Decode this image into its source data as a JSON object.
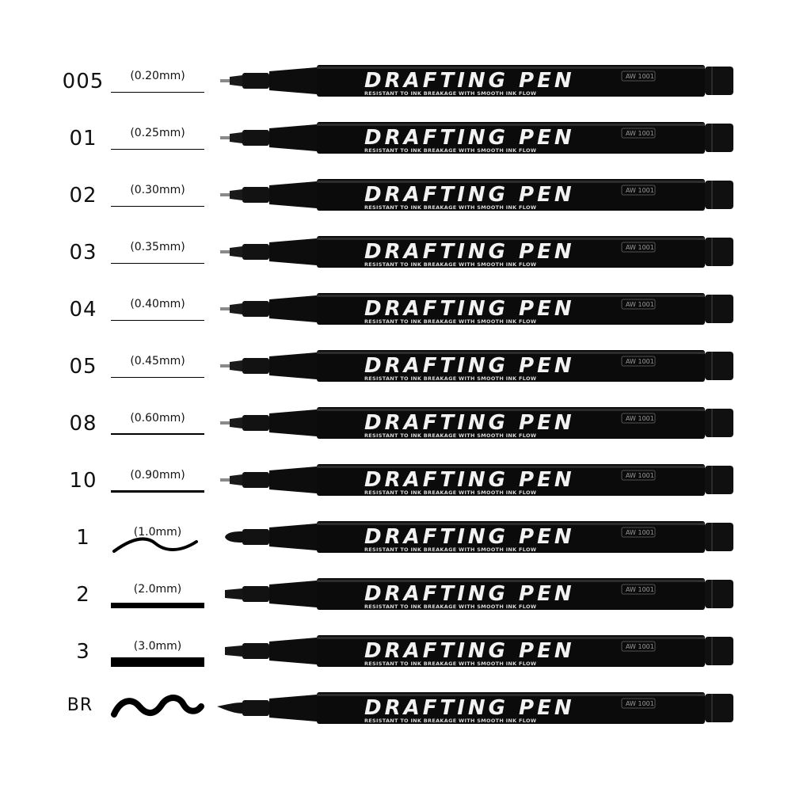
{
  "pens": [
    {
      "code": "005",
      "width_mm": "(0.20mm)",
      "title": "DRAFTING PEN",
      "subtitle": "RESISTANT TO INK BREAKAGE WITH SMOOTH INK FLOW",
      "model": "AW 1001",
      "tip": "needle",
      "stroke": "line",
      "stroke_weight": 1
    },
    {
      "code": "01",
      "width_mm": "(0.25mm)",
      "title": "DRAFTING PEN",
      "subtitle": "RESISTANT TO INK BREAKAGE WITH SMOOTH INK FLOW",
      "model": "AW 1001",
      "tip": "needle",
      "stroke": "line",
      "stroke_weight": 1
    },
    {
      "code": "02",
      "width_mm": "(0.30mm)",
      "title": "DRAFTING PEN",
      "subtitle": "RESISTANT TO INK BREAKAGE WITH SMOOTH INK FLOW",
      "model": "AW 1001",
      "tip": "needle",
      "stroke": "line",
      "stroke_weight": 1
    },
    {
      "code": "03",
      "width_mm": "(0.35mm)",
      "title": "DRAFTING PEN",
      "subtitle": "RESISTANT TO INK BREAKAGE WITH SMOOTH INK FLOW",
      "model": "AW 1001",
      "tip": "needle",
      "stroke": "line",
      "stroke_weight": 1
    },
    {
      "code": "04",
      "width_mm": "(0.40mm)",
      "title": "DRAFTING PEN",
      "subtitle": "RESISTANT TO INK BREAKAGE WITH SMOOTH INK FLOW",
      "model": "AW 1001",
      "tip": "needle",
      "stroke": "line",
      "stroke_weight": 1
    },
    {
      "code": "05",
      "width_mm": "(0.45mm)",
      "title": "DRAFTING PEN",
      "subtitle": "RESISTANT TO INK BREAKAGE WITH SMOOTH INK FLOW",
      "model": "AW 1001",
      "tip": "needle",
      "stroke": "line",
      "stroke_weight": 1
    },
    {
      "code": "08",
      "width_mm": "(0.60mm)",
      "title": "DRAFTING PEN",
      "subtitle": "RESISTANT TO INK BREAKAGE WITH SMOOTH INK FLOW",
      "model": "AW 1001",
      "tip": "needle",
      "stroke": "line",
      "stroke_weight": 2
    },
    {
      "code": "10",
      "width_mm": "(0.90mm)",
      "title": "DRAFTING PEN",
      "subtitle": "RESISTANT TO INK BREAKAGE WITH SMOOTH INK FLOW",
      "model": "AW 1001",
      "tip": "needle",
      "stroke": "line",
      "stroke_weight": 3
    },
    {
      "code": "1",
      "width_mm": "(1.0mm)",
      "title": "DRAFTING PEN",
      "subtitle": "RESISTANT TO INK BREAKAGE WITH SMOOTH INK FLOW",
      "model": "AW 1001",
      "tip": "bullet",
      "stroke": "wave",
      "stroke_weight": 4
    },
    {
      "code": "2",
      "width_mm": "(2.0mm)",
      "title": "DRAFTING PEN",
      "subtitle": "RESISTANT TO INK BREAKAGE WITH SMOOTH INK FLOW",
      "model": "AW 1001",
      "tip": "chisel",
      "stroke": "line",
      "stroke_weight": 7
    },
    {
      "code": "3",
      "width_mm": "(3.0mm)",
      "title": "DRAFTING PEN",
      "subtitle": "RESISTANT TO INK BREAKAGE WITH SMOOTH INK FLOW",
      "model": "AW 1001",
      "tip": "chisel",
      "stroke": "line",
      "stroke_weight": 12
    },
    {
      "code": "BR",
      "width_mm": "",
      "title": "DRAFTING PEN",
      "subtitle": "RESISTANT TO INK BREAKAGE WITH SMOOTH INK FLOW",
      "model": "AW 1001",
      "tip": "brush",
      "stroke": "brush-wave",
      "stroke_weight": 8
    }
  ],
  "colors": {
    "background": "#ffffff",
    "pen_body": "#0b0b0b",
    "pen_highlight": "#3a3a3a",
    "text": "#111111"
  }
}
